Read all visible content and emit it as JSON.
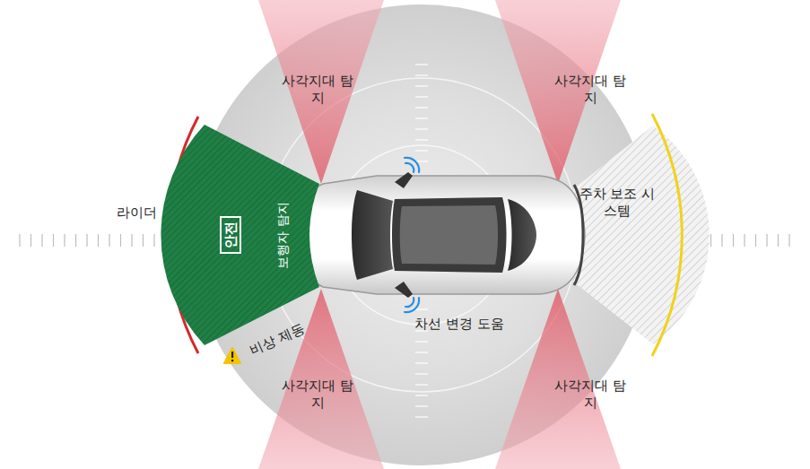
{
  "diagram": {
    "nodes": [
      {
        "text": [
          "보행자 탐지"
        ]
      },
      {
        "text": [
          "안전"
        ],
        "in": 0
      }
    ],
    "labels": [
      "사각지대 탐지",
      "사각지대 탐지",
      "라이더",
      "주차 보조 시스템",
      "차선 변경 도움",
      "비상 제동",
      "사각지대 탐지",
      "사각지대 탐지"
    ]
  }
}
